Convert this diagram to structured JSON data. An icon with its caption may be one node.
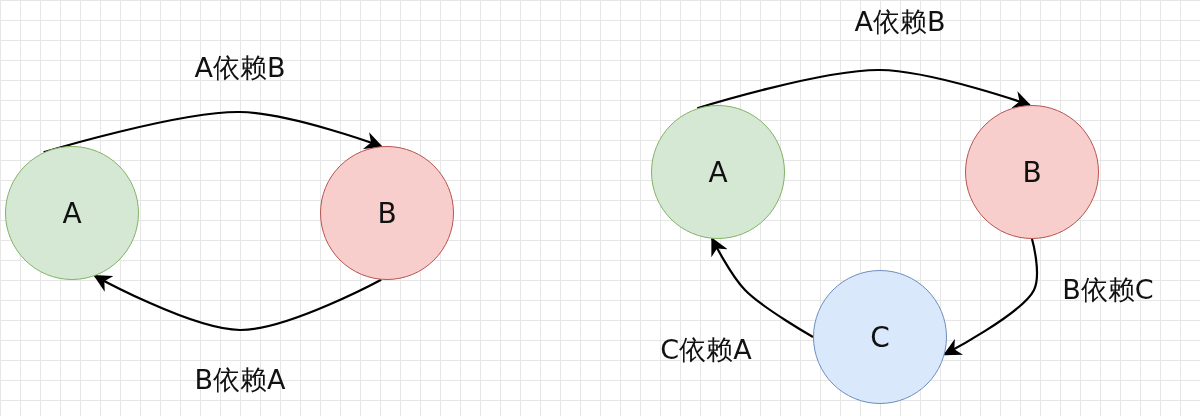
{
  "diagram": {
    "nodes": [
      {
        "text": [
          "A"
        ]
      },
      {
        "text": [
          "B"
        ]
      },
      {
        "text": [
          "A"
        ]
      },
      {
        "text": [
          "B"
        ]
      },
      {
        "text": [
          "C"
        ]
      }
    ],
    "edges": [
      {
        "from": 0,
        "to": 1,
        "arrow": "to",
        "label": "A依赖B"
      },
      {
        "from": 1,
        "to": 0,
        "arrow": "to",
        "label": "B依赖A"
      },
      {
        "from": 2,
        "to": 3,
        "arrow": "to",
        "label": "A依赖B"
      },
      {
        "from": 3,
        "to": 4,
        "arrow": "to",
        "label": "B依赖C"
      },
      {
        "from": 4,
        "to": 2,
        "arrow": "to",
        "label": "C依赖A"
      }
    ]
  }
}
